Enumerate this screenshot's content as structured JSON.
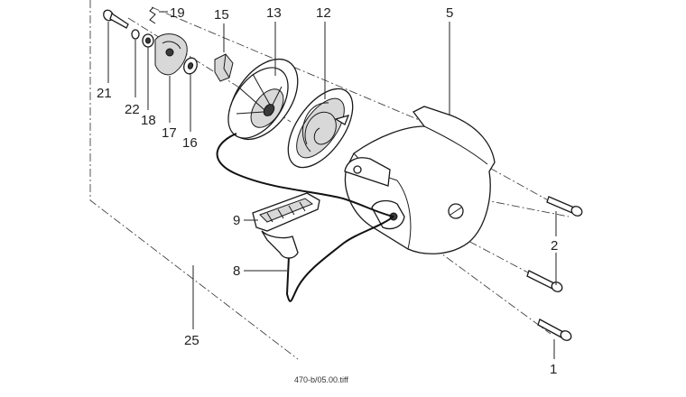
{
  "diagram": {
    "file_name": "470-b/05.00.tiff",
    "callouts": {
      "c1": "1",
      "c2": "2",
      "c5": "5",
      "c8": "8",
      "c9": "9",
      "c12": "12",
      "c13": "13",
      "c15": "15",
      "c16": "16",
      "c17": "17",
      "c18": "18",
      "c19": "19",
      "c21": "21",
      "c22": "22",
      "c25": "25"
    }
  }
}
